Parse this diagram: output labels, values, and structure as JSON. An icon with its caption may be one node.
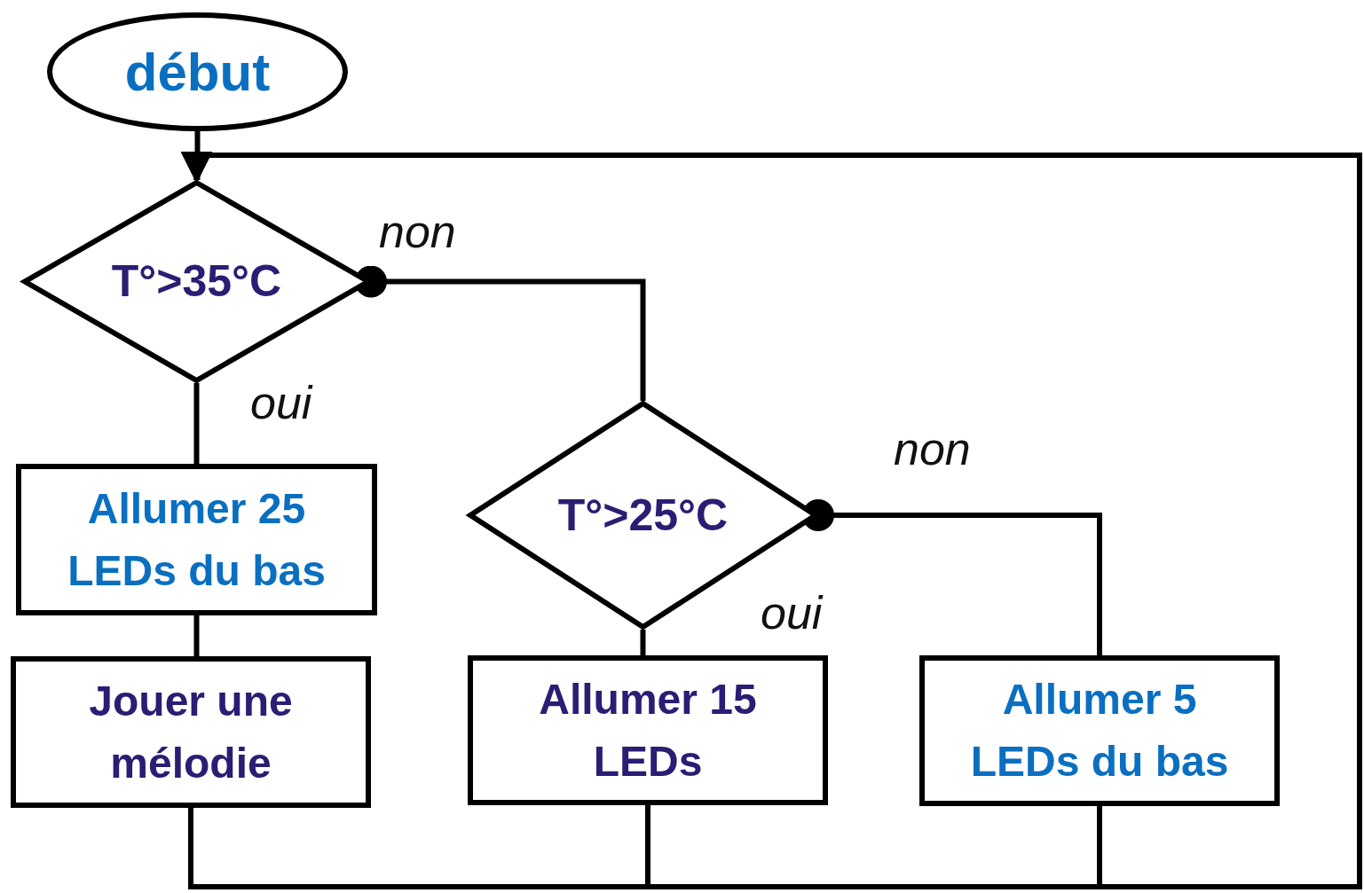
{
  "diagram": {
    "nodes": [
      {
        "text": [
          "début"
        ]
      },
      {
        "text": [
          "T°>35°C"
        ]
      },
      {
        "text": [
          "T°>25°C"
        ]
      },
      {
        "text": [
          "Allumer 25 LEDs du bas"
        ]
      },
      {
        "text": [
          "Jouer une mélodie"
        ]
      },
      {
        "text": [
          "Allumer 15 LEDs"
        ]
      },
      {
        "text": [
          "Allumer 5 LEDs du bas"
        ]
      }
    ],
    "edges": [
      {
        "from": 0,
        "to": 1,
        "arrow": "none"
      },
      {
        "from": 1,
        "to": 3,
        "arrow": "none",
        "label": "oui"
      },
      {
        "from": 1,
        "to": 2,
        "arrow": "other",
        "label": "non"
      },
      {
        "from": 2,
        "to": 5,
        "arrow": "none",
        "label": "oui"
      },
      {
        "from": 2,
        "to": 6,
        "arrow": "other",
        "label": "non"
      },
      {
        "from": 3,
        "to": 4,
        "arrow": "none"
      },
      {
        "from": 4,
        "to": 1,
        "arrow": "to"
      },
      {
        "from": 5,
        "to": 1,
        "arrow": "to"
      },
      {
        "from": 6,
        "to": 1,
        "arrow": "to"
      }
    ]
  }
}
